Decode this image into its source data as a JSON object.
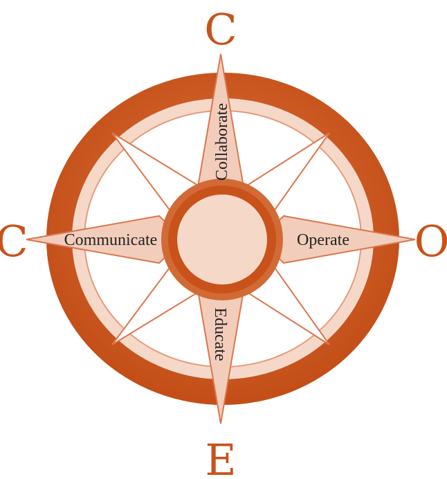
{
  "compass": {
    "letters": {
      "north": "C",
      "west": "C",
      "east": "O",
      "south": "E"
    },
    "labels": {
      "north": "Collaborate",
      "west": "Communicate",
      "east": "Operate",
      "south": "Educate"
    },
    "colors": {
      "ring_dark": "#c8521a",
      "ring_light": "#f6d8c9",
      "point_fill": "#f3cdbb",
      "point_stroke": "#d9774c",
      "diagonal_fill": "#ffffff",
      "letter": "#c8521a",
      "label": "#222222"
    }
  }
}
